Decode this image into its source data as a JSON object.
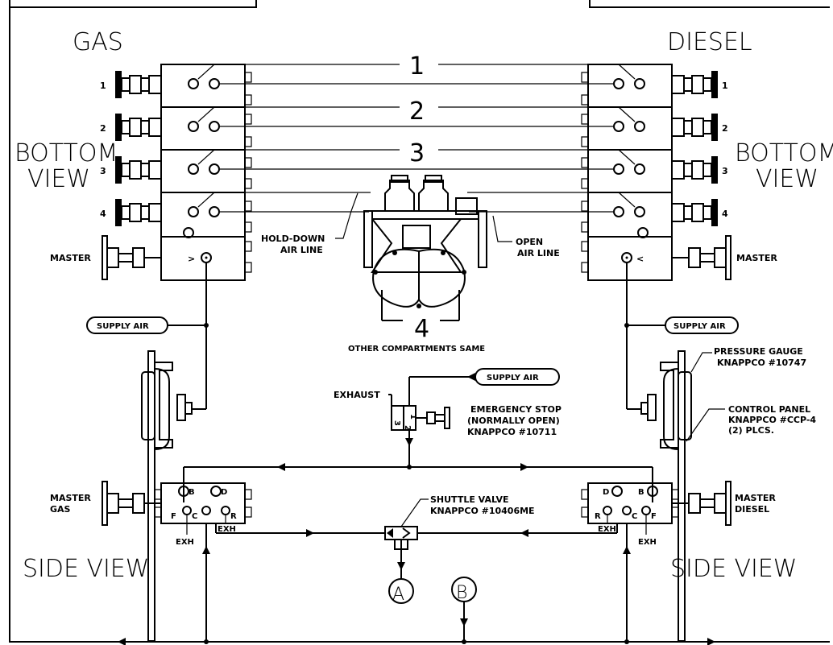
{
  "labels": {
    "gas": "GAS",
    "diesel": "DIESEL",
    "bottom": "BOTTOM",
    "view": "VIEW",
    "side_view": "SIDE VIEW",
    "master": "MASTER",
    "master_gas_1": "MASTER",
    "master_gas_2": "GAS",
    "master_diesel_1": "MASTER",
    "master_diesel_2": "DIESEL",
    "supply_air": "SUPPLY AIR",
    "hold_down_1": "HOLD-DOWN",
    "hold_down_2": "AIR LINE",
    "open_1": "OPEN",
    "open_2": "AIR LINE",
    "other_compartments": "OTHER COMPARTMENTS SAME",
    "exhaust": "EXHAUST",
    "estop_1": "EMERGENCY STOP",
    "estop_2": "(NORMALLY OPEN)",
    "estop_3": "KNAPPCO #10711",
    "gauge_1": "PRESSURE GAUGE",
    "gauge_2": "KNAPPCO #10747",
    "panel_1": "CONTROL PANEL",
    "panel_2": "KNAPPCO #CCP-4",
    "panel_3": "(2) PLCS.",
    "shuttle_1": "SHUTTLE VALVE",
    "shuttle_2": "KNAPPCO #10406ME",
    "exh": "EXH",
    "port_b": "B",
    "port_d": "D",
    "port_f": "F",
    "port_c": "C",
    "port_r": "R",
    "valve_port_3": "3",
    "valve_port_1": "1",
    "valve_port_2": "2",
    "circle_a": "A",
    "circle_b": "B",
    "arrow_right": ">",
    "arrow_left": "<"
  },
  "compartments": [
    "1",
    "2",
    "3",
    "4"
  ],
  "button_numbers": [
    "1",
    "2",
    "3",
    "4"
  ]
}
